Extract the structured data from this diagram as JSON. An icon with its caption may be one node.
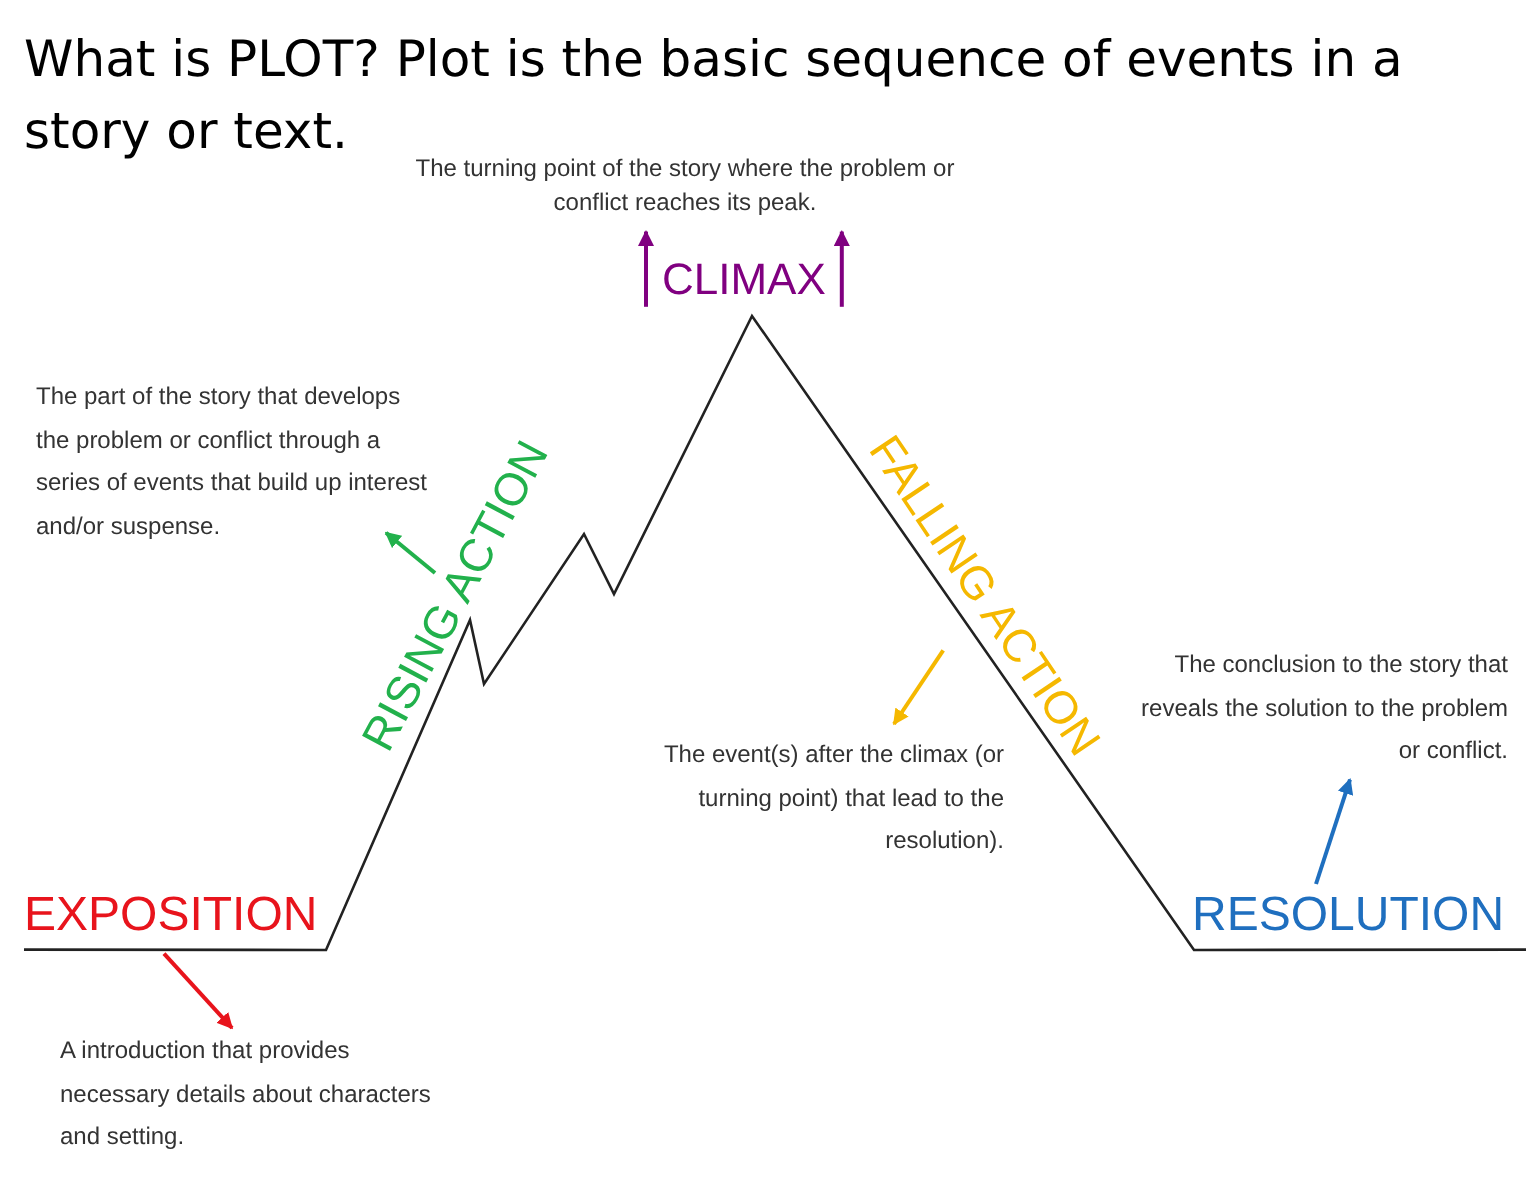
{
  "diagram": {
    "title": "What is PLOT? Plot is the basic sequence of events in a story or text.",
    "nodes": [
      {
        "text": [
          "The turning point of the story where the problem or conflict reaches its peak."
        ]
      },
      {
        "text": [
          "CLIMAX"
        ]
      },
      {
        "text": [
          "The part of the story that develops the problem or conflict through a series of events that build up interest and/or suspense."
        ]
      },
      {
        "text": [
          "RISING ACTION"
        ]
      },
      {
        "text": [
          "FALLING ACTION"
        ]
      },
      {
        "text": [
          "The conclusion to the story that reveals the solution to the problem or conflict."
        ]
      },
      {
        "text": [
          "The event(s) after the climax (or turning point) that lead to the resolution)."
        ]
      },
      {
        "text": [
          "EXPOSITION"
        ]
      },
      {
        "text": [
          "RESOLUTION"
        ]
      },
      {
        "text": [
          "A introduction that provides necessary details about characters and setting."
        ]
      }
    ],
    "edges": [
      {
        "from": 1,
        "to": 0,
        "arrow": "to",
        "color": "#800080"
      },
      {
        "from": 1,
        "to": 0,
        "arrow": "to",
        "color": "#800080"
      },
      {
        "from": 3,
        "to": 2,
        "arrow": "to",
        "color": "#22b14c"
      },
      {
        "from": 4,
        "to": 6,
        "arrow": "to",
        "color": "#f5b800"
      },
      {
        "from": 7,
        "to": 9,
        "arrow": "to",
        "color": "#e8141c"
      },
      {
        "from": 8,
        "to": 5,
        "arrow": "to",
        "color": "#1f6fbf"
      },
      {
        "from": 7,
        "to": 8,
        "arrow": "none",
        "color": "#222222"
      }
    ]
  }
}
